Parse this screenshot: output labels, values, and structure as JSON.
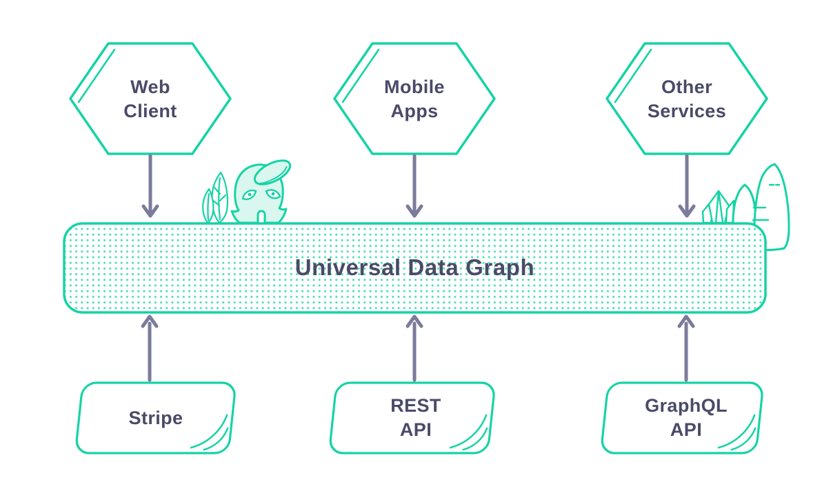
{
  "diagram": {
    "hub": {
      "title": "Universal Data Graph"
    },
    "clients": [
      {
        "id": "web-client",
        "line1": "Web",
        "line2": "Client"
      },
      {
        "id": "mobile-apps",
        "line1": "Mobile",
        "line2": "Apps"
      },
      {
        "id": "other-services",
        "line1": "Other",
        "line2": "Services"
      }
    ],
    "sources": [
      {
        "id": "stripe",
        "line1": "Stripe",
        "line2": ""
      },
      {
        "id": "rest-api",
        "line1": "REST",
        "line2": "API"
      },
      {
        "id": "graphql-api",
        "line1": "GraphQL",
        "line2": "API"
      }
    ],
    "icons": [
      "ghost-mascot-icon",
      "leaf-icon",
      "crystal-icon",
      "hill-icon",
      "arrow-down-icon",
      "arrow-up-icon"
    ],
    "colors": {
      "accent_teal": "#15d3a5",
      "mint_fill": "#d9f7ee",
      "dot_teal": "#4ddfbd",
      "text_navy": "#4a4a68",
      "arrow_gray": "#7b7b9b",
      "background": "#ffffff"
    }
  }
}
